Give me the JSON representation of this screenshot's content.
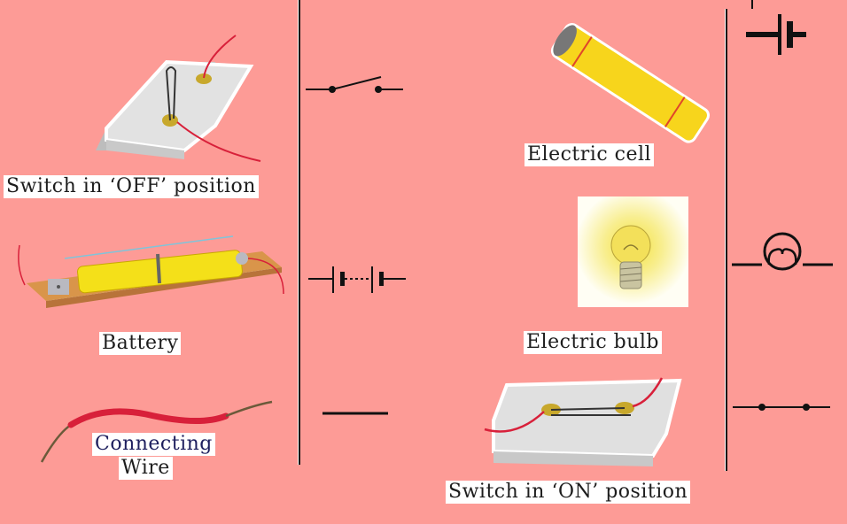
{
  "left_column": {
    "items": [
      {
        "label": "Switch in ‘OFF’ position",
        "symbol": "open-switch-symbol"
      },
      {
        "label": "Battery",
        "symbol": "battery-symbol"
      },
      {
        "label": "Connecting",
        "label_line2": "Wire",
        "symbol": "wire-symbol"
      }
    ]
  },
  "right_column": {
    "items": [
      {
        "label": "Electric  cell",
        "symbol": "cell-symbol"
      },
      {
        "label": "Electric  bulb",
        "symbol": "bulb-symbol"
      },
      {
        "label": "Switch in ‘ON’ position",
        "symbol": "closed-switch-symbol"
      }
    ]
  },
  "colors": {
    "background": "#fd9b96",
    "cell_yellow": "#f7d51c",
    "wire_red": "#d8203a",
    "symbol_black": "#111111",
    "wood": "#d9954a",
    "board_grey": "#d7d7d7"
  }
}
